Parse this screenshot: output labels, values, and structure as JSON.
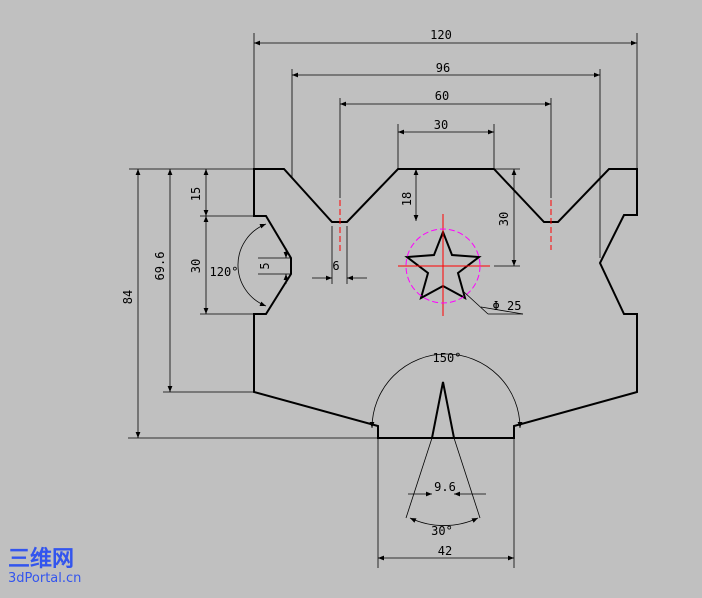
{
  "drawing": {
    "colors": {
      "background": "#c0c0c0",
      "outline": "#000000",
      "centerline": "#ff0000",
      "pitch_circle": "#ff00ff",
      "watermark": "#3355ee"
    },
    "dimensions": {
      "width_120": "120",
      "width_96": "96",
      "width_60": "60",
      "width_30": "30",
      "depth_18": "18",
      "depth_30": "30",
      "slot_6": "6",
      "height_84": "84",
      "height_69_6": "69.6",
      "left_15": "15",
      "left_30": "30",
      "left_5": "5",
      "angle_120": "120°",
      "star_dia": "Φ 25",
      "angle_150": "150°",
      "width_9_6": "9.6",
      "angle_30": "30°",
      "width_42": "42"
    },
    "watermark": {
      "brand_cn": "三维网",
      "brand_en": "3dPortal.cn"
    }
  }
}
